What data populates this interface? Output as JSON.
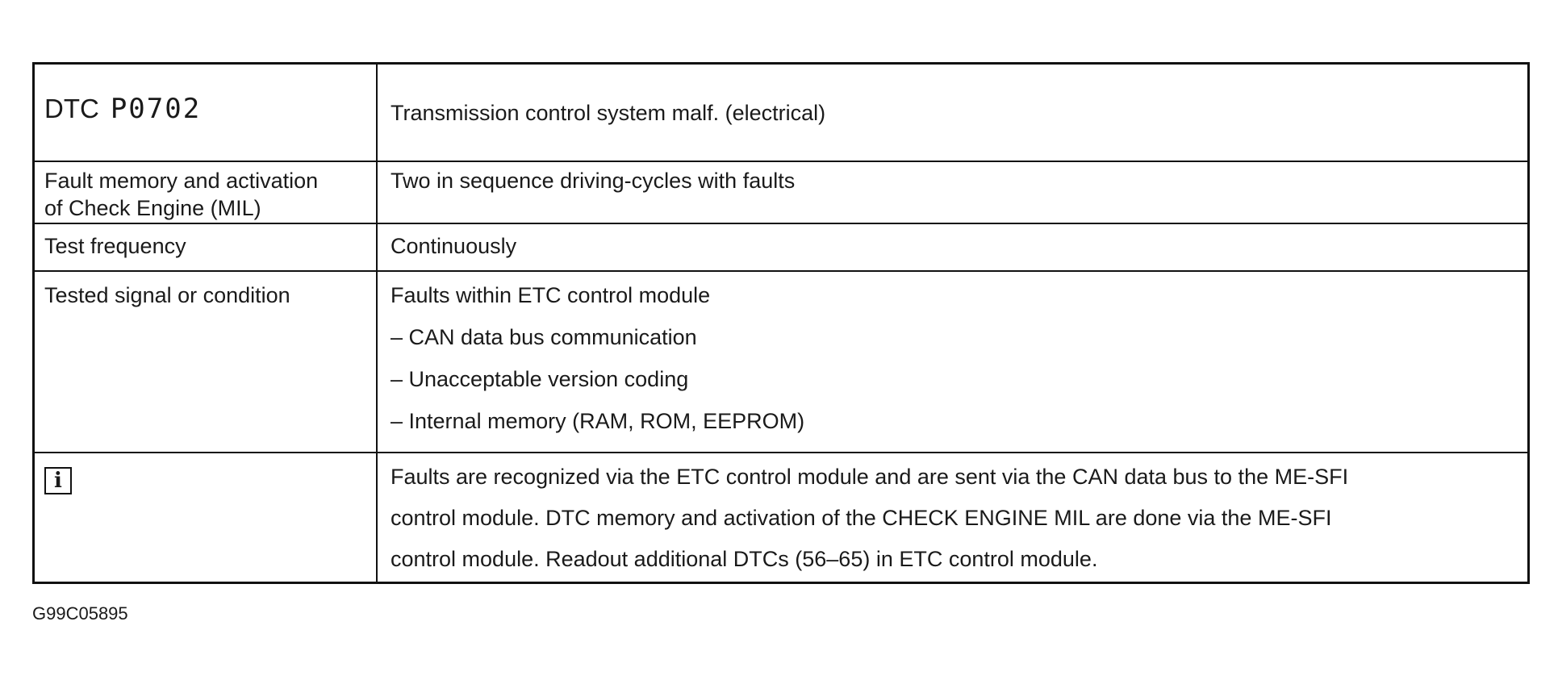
{
  "table": {
    "row1": {
      "left_prefix": "DTC",
      "dtc_code": "P0702",
      "right": "Transmission control system malf. (electrical)"
    },
    "row2": {
      "left": [
        "Fault memory and activation",
        "of Check Engine (MIL)"
      ],
      "right": "Two in sequence driving-cycles with faults"
    },
    "row3": {
      "left": "Test frequency",
      "right": "Continuously"
    },
    "row4": {
      "left": "Tested signal or condition",
      "right": [
        "Faults within ETC control module",
        "– CAN data bus communication",
        "– Unacceptable version coding",
        "– Internal memory (RAM, ROM, EEPROM)"
      ]
    },
    "row5": {
      "icon": "info-icon",
      "icon_glyph": "i",
      "right": [
        "Faults are recognized via the ETC control module and are sent via the CAN data bus to the ME-SFI",
        "control module.  DTC memory and activation of the CHECK ENGINE MIL are done via the ME-SFI",
        "control module.  Readout additional DTCs (56–65) in ETC control module."
      ]
    }
  },
  "figure_id": "G99C05895"
}
